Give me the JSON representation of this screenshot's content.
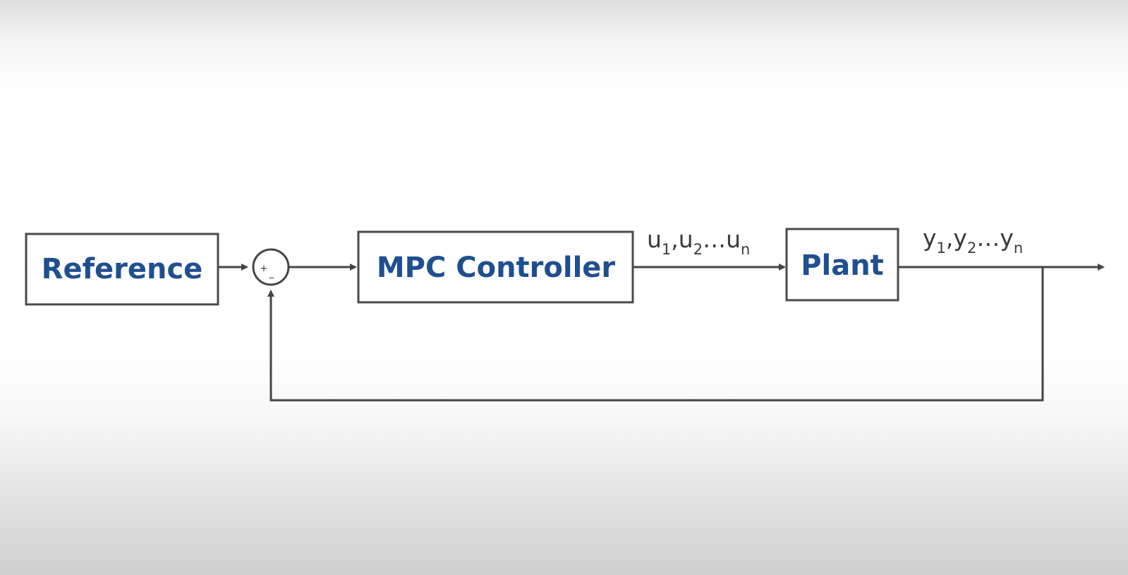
{
  "blocks": {
    "reference": "Reference",
    "controller": "MPC Controller",
    "plant": "Plant"
  },
  "summing_junction": {
    "plus": "+",
    "minus": "_"
  },
  "signals": {
    "control": {
      "u": "u",
      "sub1": "1",
      "sep1": ",",
      "sub2": "2",
      "ellipsis": "…",
      "subn": "n"
    },
    "output": {
      "y": "y",
      "sub1": "1",
      "sep1": ",",
      "sub2": "2",
      "ellipsis": "…",
      "subn": "n"
    }
  },
  "colors": {
    "block_text": "#1f4f8f",
    "lines": "#444444"
  }
}
